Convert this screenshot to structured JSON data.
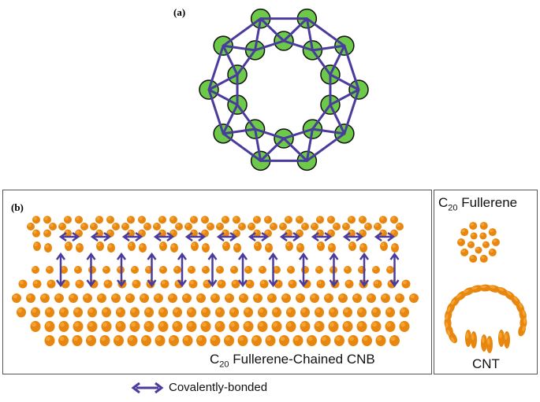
{
  "panel_a": {
    "label": "(a)"
  },
  "panel_b": {
    "label": "(b)",
    "caption_main": "Fullerene-Chained CNB",
    "caption_prefix": "C",
    "caption_sub": "20"
  },
  "side_panel": {
    "title_prefix": "C",
    "title_sub": "20",
    "title_main": "Fullerene",
    "bottom_label": "CNT"
  },
  "legend": {
    "label": "Covalently-bonded"
  },
  "colors": {
    "atom_green": "#6dc94a",
    "bond_purple": "#4a3c9c",
    "atom_orange": "#e8870f",
    "atom_orange_light": "#f6a83a",
    "frame_gray": "#555555"
  }
}
